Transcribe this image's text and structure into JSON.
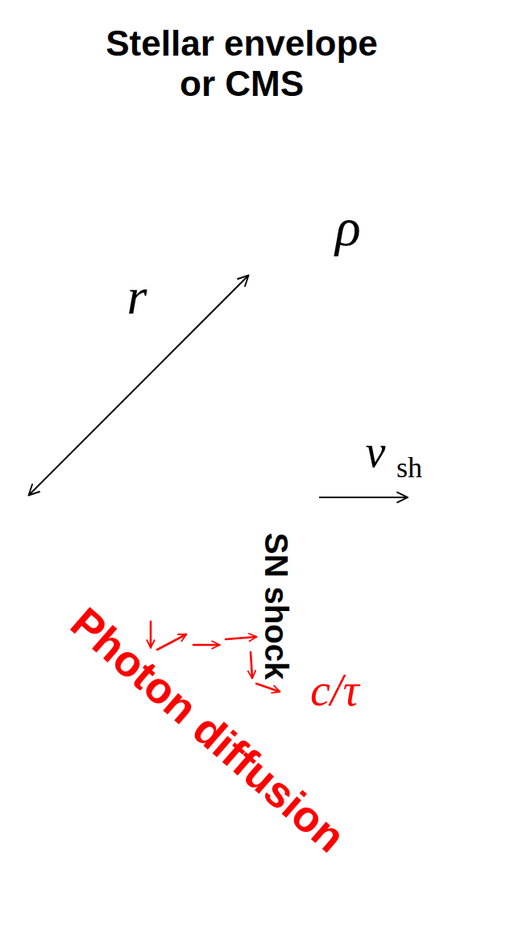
{
  "diagram": {
    "nodes": [
      {
        "text": [
          "Stellar envelope or CMS",
          "ρ"
        ]
      },
      {
        "text": [
          "SN shock"
        ],
        "in": 0
      }
    ],
    "labels": [
      "r",
      "v",
      "sh",
      "Photon diffusion",
      "c/τ"
    ]
  }
}
